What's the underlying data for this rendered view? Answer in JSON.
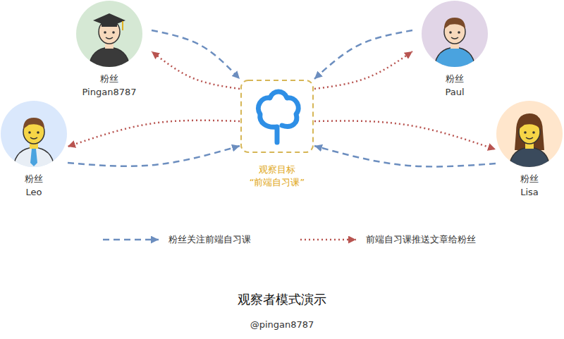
{
  "diagram": {
    "title": "观察者模式演示",
    "caption": "@pingan8787",
    "nodes": [
      {
        "text": [
          "粉丝",
          "Pingan8787"
        ]
      },
      {
        "text": [
          "粉丝",
          "Paul"
        ]
      },
      {
        "text": [
          "观察目标",
          "“前端自习课”"
        ]
      },
      {
        "text": [
          "粉丝",
          "Leo"
        ]
      },
      {
        "text": [
          "粉丝",
          "Lisa"
        ]
      }
    ],
    "edges": [
      {
        "from": 0,
        "to": 2,
        "arrow": "to"
      },
      {
        "from": 2,
        "to": 0,
        "arrow": "to"
      },
      {
        "from": 1,
        "to": 2,
        "arrow": "to"
      },
      {
        "from": 2,
        "to": 1,
        "arrow": "to"
      },
      {
        "from": 2,
        "to": 3,
        "arrow": "to"
      },
      {
        "from": 3,
        "to": 2,
        "arrow": "to"
      },
      {
        "from": 2,
        "to": 4,
        "arrow": "to"
      },
      {
        "from": 4,
        "to": 2,
        "arrow": "to"
      }
    ],
    "legend": [
      {
        "text": "粉丝关注前端自习课"
      },
      {
        "text": "前端自习课推送文章给粉丝"
      }
    ]
  }
}
